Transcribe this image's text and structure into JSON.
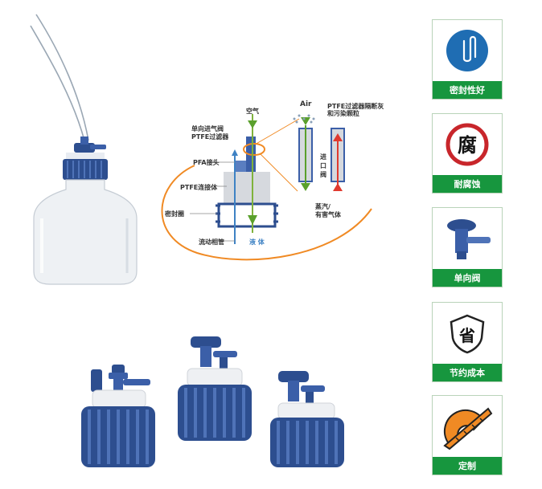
{
  "diagram": {
    "labels": {
      "air_cn": "空气",
      "air_en": "Air",
      "ptfe_filter_note": "PTFE过滤器隔断灰\n和污染颗粒",
      "check_valve_filter": "单向进气阀\nPTFE过滤器",
      "pfa_joint": "PFA接头",
      "ptfe_connector": "PTFE连接体",
      "seal_ring": "密封圈",
      "flow_tube": "流动相管",
      "liquid": "液 体",
      "inlet_valve": "进\n口\n阀",
      "vapor": "蒸汽/\n有害气体"
    }
  },
  "features": [
    {
      "label": "密封性好",
      "icon": "paperclip-icon"
    },
    {
      "label": "耐腐蚀",
      "icon": "corrosion-icon",
      "icon_text": "腐"
    },
    {
      "label": "单向阀",
      "icon": "check-valve-icon"
    },
    {
      "label": "节约成本",
      "icon": "shield-save-icon",
      "icon_text": "省"
    },
    {
      "label": "定制",
      "icon": "protractor-icon"
    }
  ],
  "colors": {
    "green": "#17963e",
    "orange": "#f08a24",
    "cap_blue": "#2d4e8f",
    "accent_blue": "#3e82c4"
  }
}
